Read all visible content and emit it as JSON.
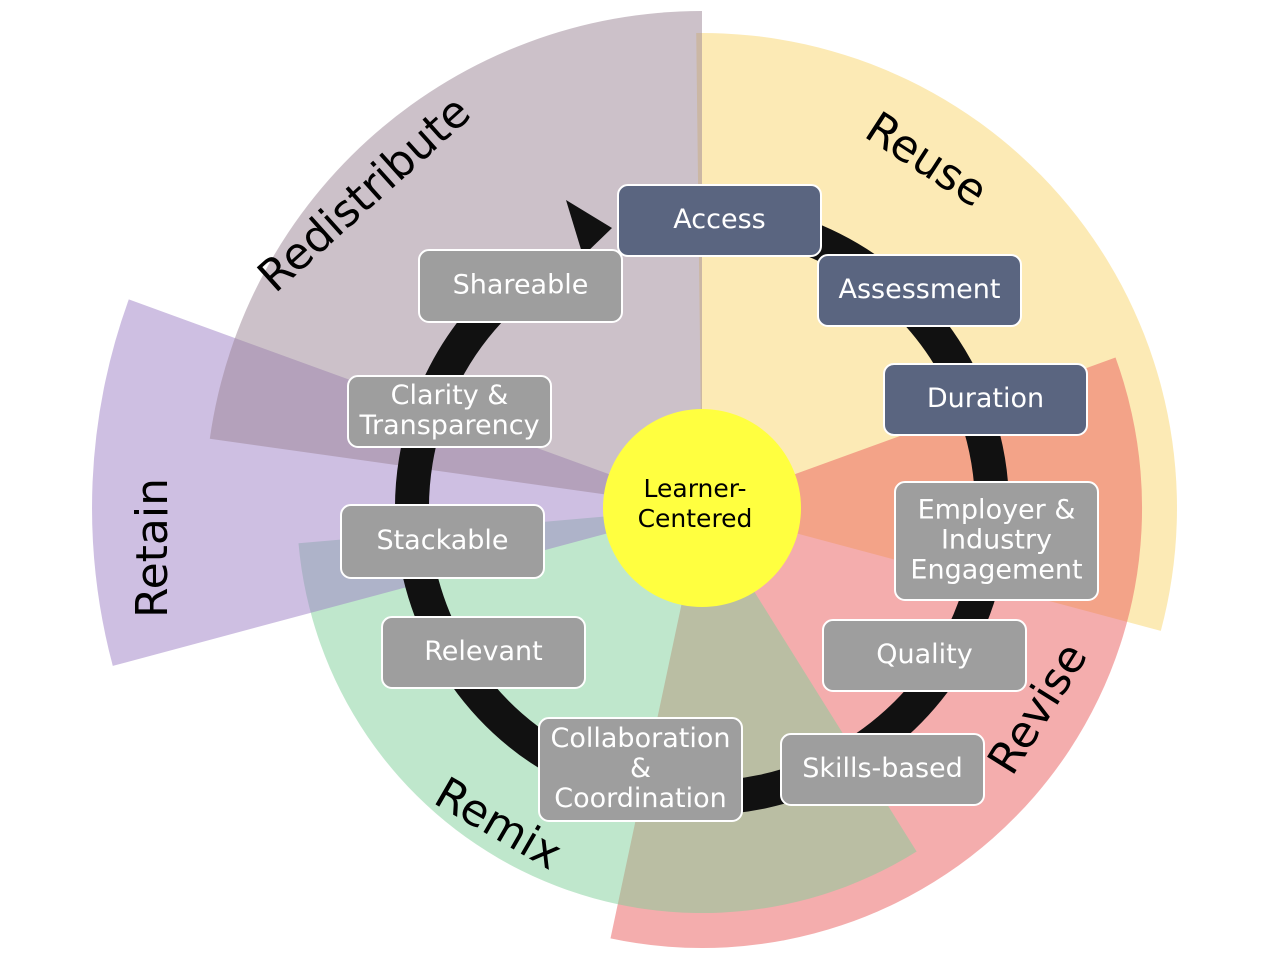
{
  "center": {
    "line1": "Learner-",
    "line2": "Centered",
    "color": "#ffff40"
  },
  "sectors": [
    {
      "key": "reuse",
      "label": "Reuse",
      "color": "#f9d56b"
    },
    {
      "key": "revise",
      "label": "Revise",
      "color": "#e95b5b"
    },
    {
      "key": "remix",
      "label": "Remix",
      "color": "#7fd099"
    },
    {
      "key": "retain",
      "label": "Retain",
      "color": "#9e7fc6"
    },
    {
      "key": "redistribute",
      "label": "Redistribute",
      "color": "#9a8494"
    }
  ],
  "cycle_items": [
    {
      "key": "access",
      "lines": [
        "Access"
      ],
      "style": "dark"
    },
    {
      "key": "assessment",
      "lines": [
        "Assessment"
      ],
      "style": "dark"
    },
    {
      "key": "duration",
      "lines": [
        "Duration"
      ],
      "style": "dark"
    },
    {
      "key": "employer",
      "lines": [
        "Employer &",
        "Industry",
        "Engagement"
      ],
      "style": "light"
    },
    {
      "key": "quality",
      "lines": [
        "Quality"
      ],
      "style": "light"
    },
    {
      "key": "skills",
      "lines": [
        "Skills-based"
      ],
      "style": "light"
    },
    {
      "key": "collaboration",
      "lines": [
        "Collaboration",
        "&",
        "Coordination"
      ],
      "style": "light"
    },
    {
      "key": "relevant",
      "lines": [
        "Relevant"
      ],
      "style": "light"
    },
    {
      "key": "stackable",
      "lines": [
        "Stackable"
      ],
      "style": "light"
    },
    {
      "key": "clarity",
      "lines": [
        "Clarity &",
        "Transparency"
      ],
      "style": "light"
    },
    {
      "key": "shareable",
      "lines": [
        "Shareable"
      ],
      "style": "light"
    }
  ],
  "colors": {
    "dark_box": "#5a6580",
    "light_box": "#9e9e9e",
    "ring": "#111111"
  }
}
